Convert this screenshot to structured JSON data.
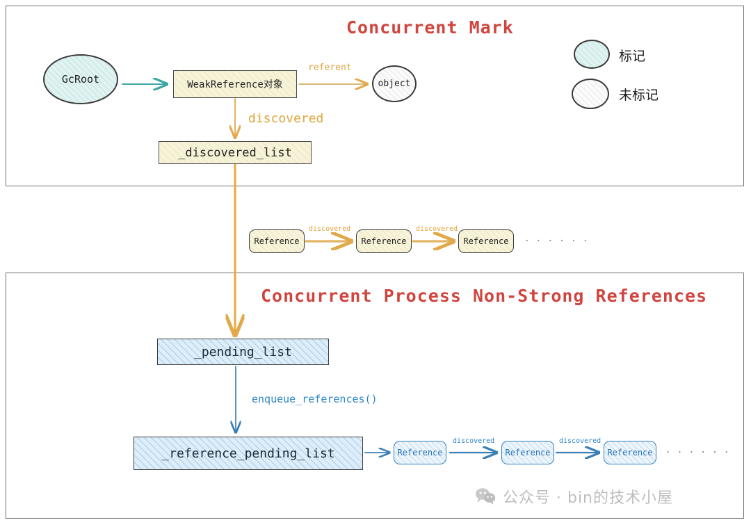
{
  "diagram": {
    "sections": [
      {
        "id": "concurrent-mark",
        "title": "Concurrent Mark"
      },
      {
        "id": "concurrent-process",
        "title": "Concurrent Process Non-Strong References"
      }
    ],
    "legend": {
      "items": [
        {
          "label": "标记",
          "swatch": "marked-ellipse",
          "color": "#dff3f1"
        },
        {
          "label": "未标记",
          "swatch": "unmarked-ellipse",
          "color": "#fbfbfb"
        }
      ]
    },
    "nodes": {
      "gcroot": "GcRoot",
      "weak_reference": "WeakReference对象",
      "object": "object",
      "discovered_list": "_discovered_list",
      "pending_list": "_pending_list",
      "reference_pending_list": "_reference_pending_list"
    },
    "mid_chain": {
      "nodes": [
        "Reference",
        "Reference",
        "Reference"
      ],
      "edge_labels": [
        "discovered",
        "discovered"
      ],
      "ellipsis": "· · · · · ·"
    },
    "bottom_chain": {
      "nodes": [
        "Reference",
        "Reference",
        "Reference"
      ],
      "edge_labels": [
        "discovered",
        "discovered"
      ],
      "ellipsis": "· · · · · ·"
    },
    "edges": {
      "referent": "referent",
      "discovered": "discovered",
      "enqueue_references": "enqueue_references()"
    },
    "colors": {
      "title_red": "#d1453f",
      "orange": "#e0a53c",
      "blue": "#2f86c8",
      "teal": "#3aa6a0",
      "marked_fill": "#dff3f1",
      "yellow_fill": "#f7f3d8",
      "blue_fill": "#ddeefa"
    },
    "watermark": {
      "icon": "wechat-icon",
      "text": "公众号 · bin的技术小屋"
    }
  }
}
